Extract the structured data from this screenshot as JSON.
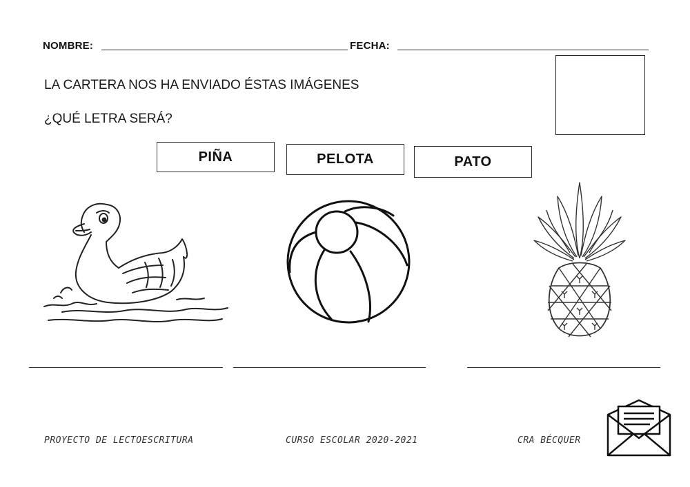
{
  "header": {
    "name_label": "NOMBRE:",
    "date_label": "FECHA:"
  },
  "instructions": {
    "line1": "LA CARTERA NOS HA ENVIADO ÉSTAS IMÁGENES",
    "line2": "¿QUÉ LETRA SERÁ?"
  },
  "words": [
    {
      "label": "PIÑA"
    },
    {
      "label": "PELOTA"
    },
    {
      "label": "PATO"
    }
  ],
  "images": [
    {
      "icon": "duck-icon"
    },
    {
      "icon": "ball-icon"
    },
    {
      "icon": "pineapple-icon"
    }
  ],
  "footer": {
    "project": "PROYECTO DE LECTOESCRITURA",
    "year": "CURSO ESCOLAR 2020-2021",
    "school": "CRA BÉCQUER",
    "icon": "envelope-icon"
  }
}
